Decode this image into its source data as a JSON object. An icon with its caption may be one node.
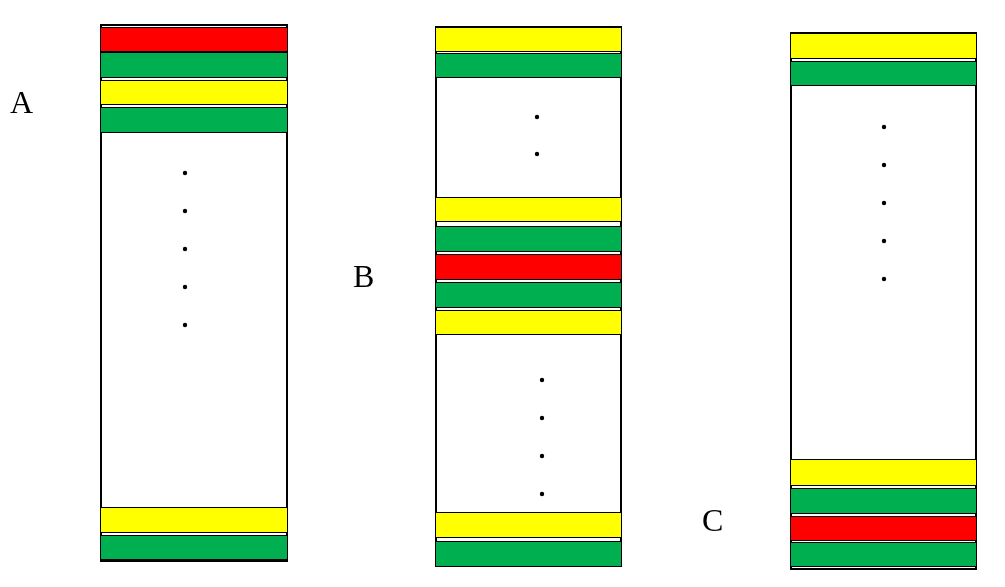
{
  "diagram": {
    "nodes": [
      {
        "text": [],
        "shape": "box",
        "beside": [
          "A"
        ]
      },
      {
        "text": [],
        "shape": "bar",
        "in": 0
      },
      {
        "text": [],
        "shape": "bar",
        "in": 0
      },
      {
        "text": [],
        "shape": "bar",
        "in": 0
      },
      {
        "text": [],
        "shape": "bar",
        "in": 0
      },
      {
        "text": [],
        "shape": "bar",
        "in": 0
      },
      {
        "text": [],
        "shape": "bar",
        "in": 0
      },
      {
        "text": [],
        "shape": "box",
        "beside": [
          "B"
        ]
      },
      {
        "text": [],
        "shape": "bar",
        "in": 7
      },
      {
        "text": [],
        "shape": "bar",
        "in": 7
      },
      {
        "text": [],
        "shape": "bar",
        "in": 7
      },
      {
        "text": [],
        "shape": "bar",
        "in": 7
      },
      {
        "text": [],
        "shape": "bar",
        "in": 7
      },
      {
        "text": [],
        "shape": "bar",
        "in": 7
      },
      {
        "text": [],
        "shape": "bar",
        "in": 7
      },
      {
        "text": [],
        "shape": "bar",
        "in": 7
      },
      {
        "text": [],
        "shape": "bar",
        "in": 7
      },
      {
        "text": [],
        "shape": "box",
        "beside": [
          "C"
        ]
      },
      {
        "text": [],
        "shape": "bar",
        "in": 17
      },
      {
        "text": [],
        "shape": "bar",
        "in": 17
      },
      {
        "text": [],
        "shape": "bar",
        "in": 17
      },
      {
        "text": [],
        "shape": "bar",
        "in": 17
      },
      {
        "text": [],
        "shape": "bar",
        "in": 17
      },
      {
        "text": [],
        "shape": "bar",
        "in": 17
      }
    ]
  }
}
